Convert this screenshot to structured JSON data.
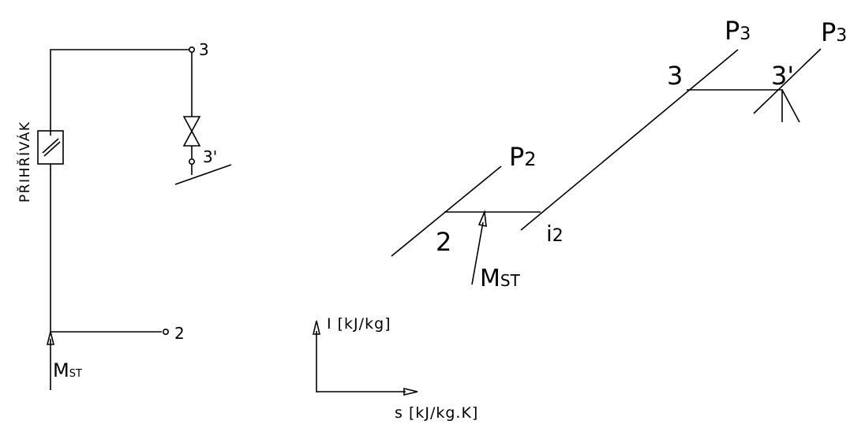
{
  "scheme": {
    "node_3": "3",
    "node_3_prime": "3'",
    "node_2": "2",
    "heater_label": "PŘIHŘÍVÁK",
    "flow_label_main": "M",
    "flow_label_sub": "ST"
  },
  "is_diagram": {
    "p3_left": {
      "main": "P",
      "sub": "3"
    },
    "p3_right": {
      "main": "P",
      "sub": "3"
    },
    "p2": {
      "main": "P",
      "sub": "2"
    },
    "point_3": "3",
    "point_3_prime": "3'",
    "point_2": "2",
    "i2": {
      "main": "i",
      "sub": "2"
    },
    "flow_label_main": "M",
    "flow_label_sub": "ST"
  },
  "axes": {
    "y_label": "I [kJ/kg]",
    "x_label": "s [kJ/kg.K]"
  }
}
